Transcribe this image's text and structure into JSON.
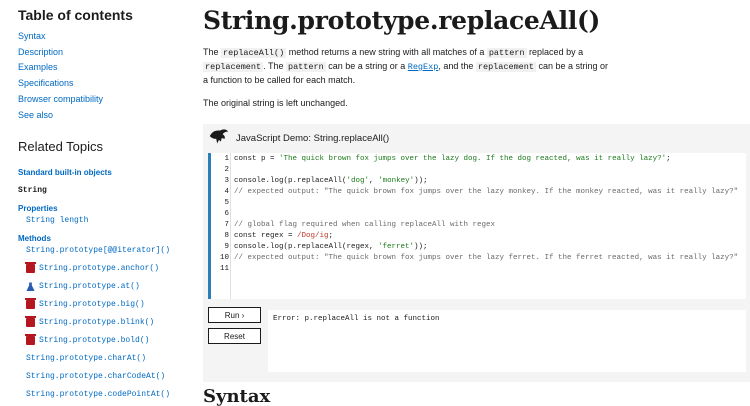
{
  "sidebar": {
    "toc_title": "Table of contents",
    "toc": [
      "Syntax",
      "Description",
      "Examples",
      "Specifications",
      "Browser compatibility",
      "See also"
    ],
    "related_title": "Related Topics",
    "builtin_label": "Standard built-in objects",
    "string_label": "String",
    "properties_label": "Properties",
    "length_label": "String length",
    "methods_label": "Methods",
    "methods": [
      {
        "label": "String.prototype[@@iterator]()",
        "icon": "none"
      },
      {
        "label": "String.prototype.anchor()",
        "icon": "trash-icon"
      },
      {
        "label": "String.prototype.at()",
        "icon": "flask-icon"
      },
      {
        "label": "String.prototype.big()",
        "icon": "trash-icon"
      },
      {
        "label": "String.prototype.blink()",
        "icon": "trash-icon"
      },
      {
        "label": "String.prototype.bold()",
        "icon": "trash-icon"
      },
      {
        "label": "String.prototype.charAt()",
        "icon": "none"
      },
      {
        "label": "String.prototype.charCodeAt()",
        "icon": "none"
      },
      {
        "label": "String.prototype.codePointAt()",
        "icon": "none"
      }
    ]
  },
  "main": {
    "title": "String.prototype.replaceAll()",
    "p1": {
      "t1": "The ",
      "c1": "replaceAll()",
      "t2": " method returns a new string with all matches of a ",
      "c2": "pattern",
      "t3": " replaced by a ",
      "c3": "replacement",
      "t4": ". The ",
      "c4": "pattern",
      "t5": " can be a string or a ",
      "link": "RegExp",
      "t6": ", and the ",
      "c5": "replacement",
      "t7": " can be a string or a function to be called for each match."
    },
    "p2": "The original string is left unchanged.",
    "demo": {
      "title": "JavaScript Demo: String.replaceAll()",
      "line_numbers": [
        "1",
        "2",
        "3",
        "4",
        "5",
        "6",
        "7",
        "8",
        "9",
        "10",
        "11"
      ],
      "lines": {
        "l1a": "const p = ",
        "l1b": "'The quick brown fox jumps over the lazy dog. If the dog reacted, was it really lazy?'",
        "l1c": ";",
        "l3a": "console.log(p.replaceAll(",
        "l3b": "'dog'",
        "l3c": ", ",
        "l3d": "'monkey'",
        "l3e": "));",
        "l4": "// expected output: \"The quick brown fox jumps over the lazy monkey. If the monkey reacted, was it really lazy?\"",
        "l7": "// global flag required when calling replaceAll with regex",
        "l8a": "const regex = ",
        "l8b": "/Dog/ig",
        "l8c": ";",
        "l9a": "console.log(p.replaceAll(regex, ",
        "l9b": "'ferret'",
        "l9c": "));",
        "l10": "// expected output: \"The quick brown fox jumps over the lazy ferret. If the ferret reacted, was it really lazy?\""
      },
      "run_label": "Run ›",
      "reset_label": "Reset",
      "output": "Error: p.replaceAll is not a function"
    },
    "syntax_heading": "Syntax"
  }
}
